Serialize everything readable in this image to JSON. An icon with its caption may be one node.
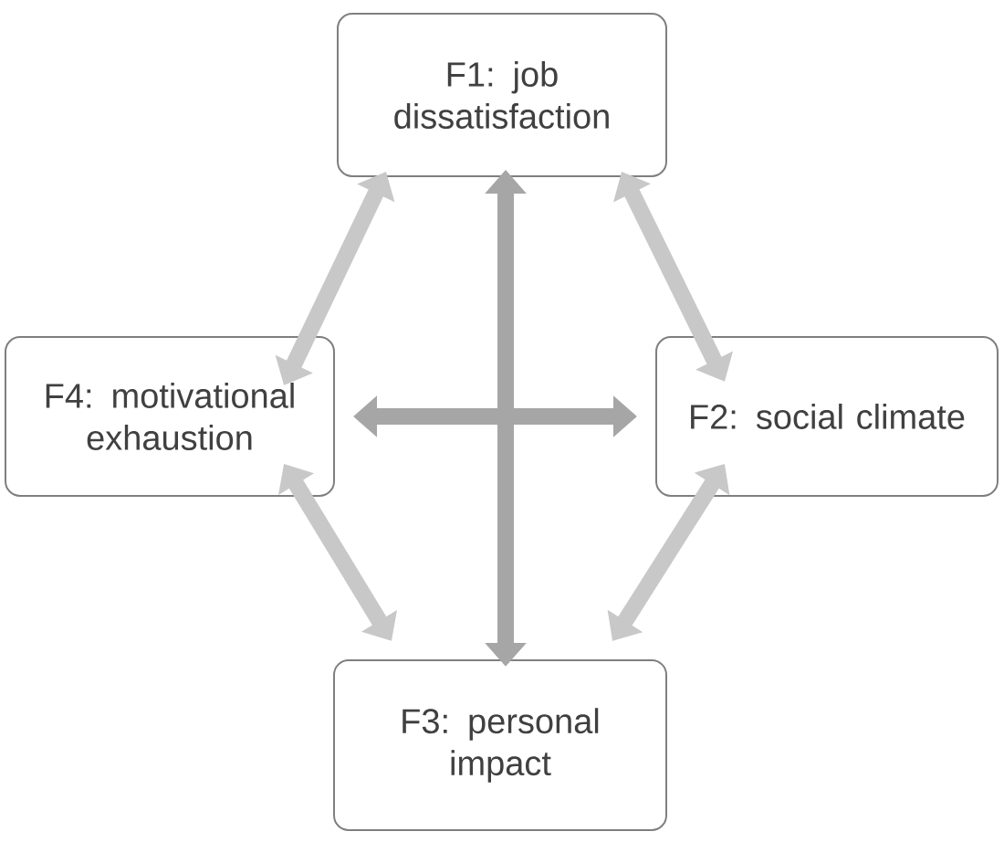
{
  "diagram": {
    "nodes": [
      {
        "text": [
          "F1: job dissatisfaction"
        ]
      },
      {
        "text": [
          "F4: motivational exhaustion"
        ]
      },
      {
        "text": [
          "F2: social climate"
        ]
      },
      {
        "text": [
          "F3: personal impact"
        ]
      }
    ],
    "edges": [
      {
        "from": 0,
        "to": 2,
        "arrow": "both"
      },
      {
        "from": 2,
        "to": 3,
        "arrow": "both"
      },
      {
        "from": 3,
        "to": 1,
        "arrow": "both"
      },
      {
        "from": 1,
        "to": 0,
        "arrow": "both"
      },
      {
        "from": 0,
        "to": 3,
        "arrow": "both",
        "color": "#a6a6a6"
      },
      {
        "from": 1,
        "to": 2,
        "arrow": "both",
        "color": "#a6a6a6"
      }
    ]
  }
}
